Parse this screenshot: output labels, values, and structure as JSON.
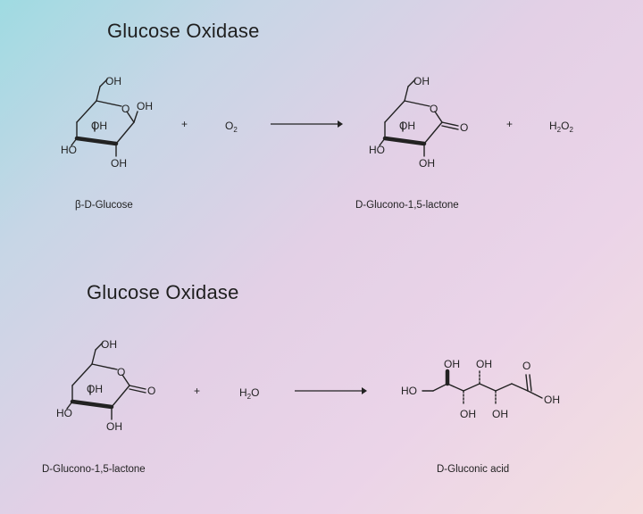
{
  "reaction1": {
    "title": "Glucose Oxidase",
    "reactant_label": "β-D-Glucose",
    "plus1": "+",
    "o2_main": "O",
    "o2_sub": "2",
    "plus2": "+",
    "h2o2_h": "H",
    "h2o2_sub1": "2",
    "h2o2_o": "O",
    "h2o2_sub2": "2",
    "product_label": "D-Glucono-1,5-lactone",
    "atoms": {
      "oh_top": "OH",
      "oh_anomeric": "OH",
      "oh_inner": "OH",
      "ho_left": "HO",
      "oh_bottom": "OH",
      "lactone_oh_top": "OH",
      "lactone_ring_o": "O",
      "lactone_oh_inner": "OH",
      "lactone_ho_left": "HO",
      "lactone_oh_bottom": "OH",
      "lactone_carbonyl_o": "O"
    }
  },
  "reaction2": {
    "title": "Glucose Oxidase",
    "reactant_label": "D-Glucono-1,5-lactone",
    "plus": "+",
    "h2o_h": "H",
    "h2o_sub": "2",
    "h2o_o": "O",
    "product_label": "D-Gluconic acid",
    "atoms": {
      "lactone_oh_top": "OH",
      "lactone_ring_o": "O",
      "lactone_oh_inner": "OH",
      "lactone_ho_left": "HO",
      "lactone_oh_bottom": "OH",
      "lactone_carbonyl_o": "O",
      "acid_ho": "HO",
      "acid_oh_1": "OH",
      "acid_oh_2": "OH",
      "acid_o_top": "O",
      "acid_oh_3": "OH",
      "acid_oh_4": "OH",
      "acid_oh_end": "OH"
    }
  }
}
